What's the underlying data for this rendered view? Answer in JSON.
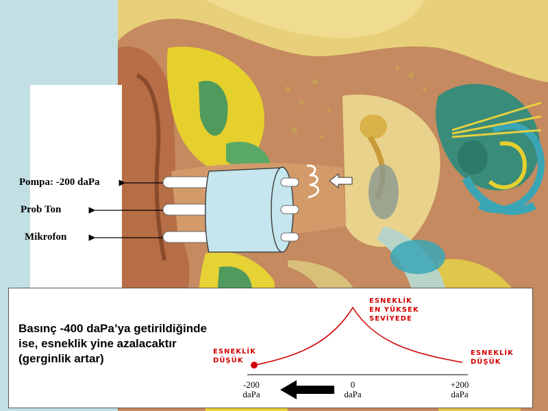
{
  "labels": {
    "pump": "Pompa: -200 daPa",
    "probe_tone": "Prob Ton",
    "microphone": "Mikrofon"
  },
  "info": {
    "lines": [
      "Basınç -400 daPa’ya getirildiğinde",
      "ise, esneklik yine azalacaktır",
      "(gerginlik artar)"
    ]
  },
  "curve": {
    "peak_label": [
      "ESNEKLİK",
      "EN YÜKSEK",
      "SEVİYEDE"
    ],
    "low_left_label": [
      "ESNEKLİK",
      "DÜŞÜK"
    ],
    "low_right_label": [
      "ESNEKLİK",
      "DÜŞÜK"
    ],
    "ticks": [
      {
        "value": "-200",
        "unit": "daPa"
      },
      {
        "value": "0",
        "unit": "daPa"
      },
      {
        "value": "+200",
        "unit": "daPa"
      }
    ],
    "color": "#d10000",
    "marker_pressure": -200
  },
  "colors": {
    "bone": "#e8cf7a",
    "fat": "#e9d430",
    "muscle": "#4f9a5c",
    "skin": "#c27a52",
    "probe": "#c5e6ee",
    "cochlea": "#3aa6b5"
  },
  "icons": {
    "pressure_arrow": "arrow-left-icon",
    "ear_canal_sound": "sound-wave-icon"
  }
}
